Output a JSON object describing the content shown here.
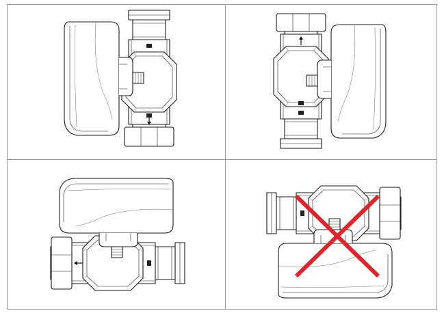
{
  "figure": {
    "panels": [
      {
        "id": "top-left",
        "orientation": "actuator-left-flow-down",
        "status": "allowed",
        "flow_arrow": "down"
      },
      {
        "id": "top-right",
        "orientation": "actuator-right-flow-up",
        "status": "allowed",
        "flow_arrow": "up"
      },
      {
        "id": "bottom-left",
        "orientation": "actuator-top-flow-left",
        "status": "allowed",
        "flow_arrow": "left"
      },
      {
        "id": "bottom-right",
        "orientation": "actuator-bottom-not-allowed",
        "status": "not-allowed",
        "flow_arrow": "none"
      }
    ],
    "colors": {
      "border": "#9a9a9a",
      "line": "#1a1a1a",
      "cross": "#e0242b",
      "background": "#ffffff"
    },
    "icons": {
      "prohibited": "red-cross-icon",
      "flow": "flow-arrow-icon",
      "marking": "valve-marking-icon"
    }
  }
}
